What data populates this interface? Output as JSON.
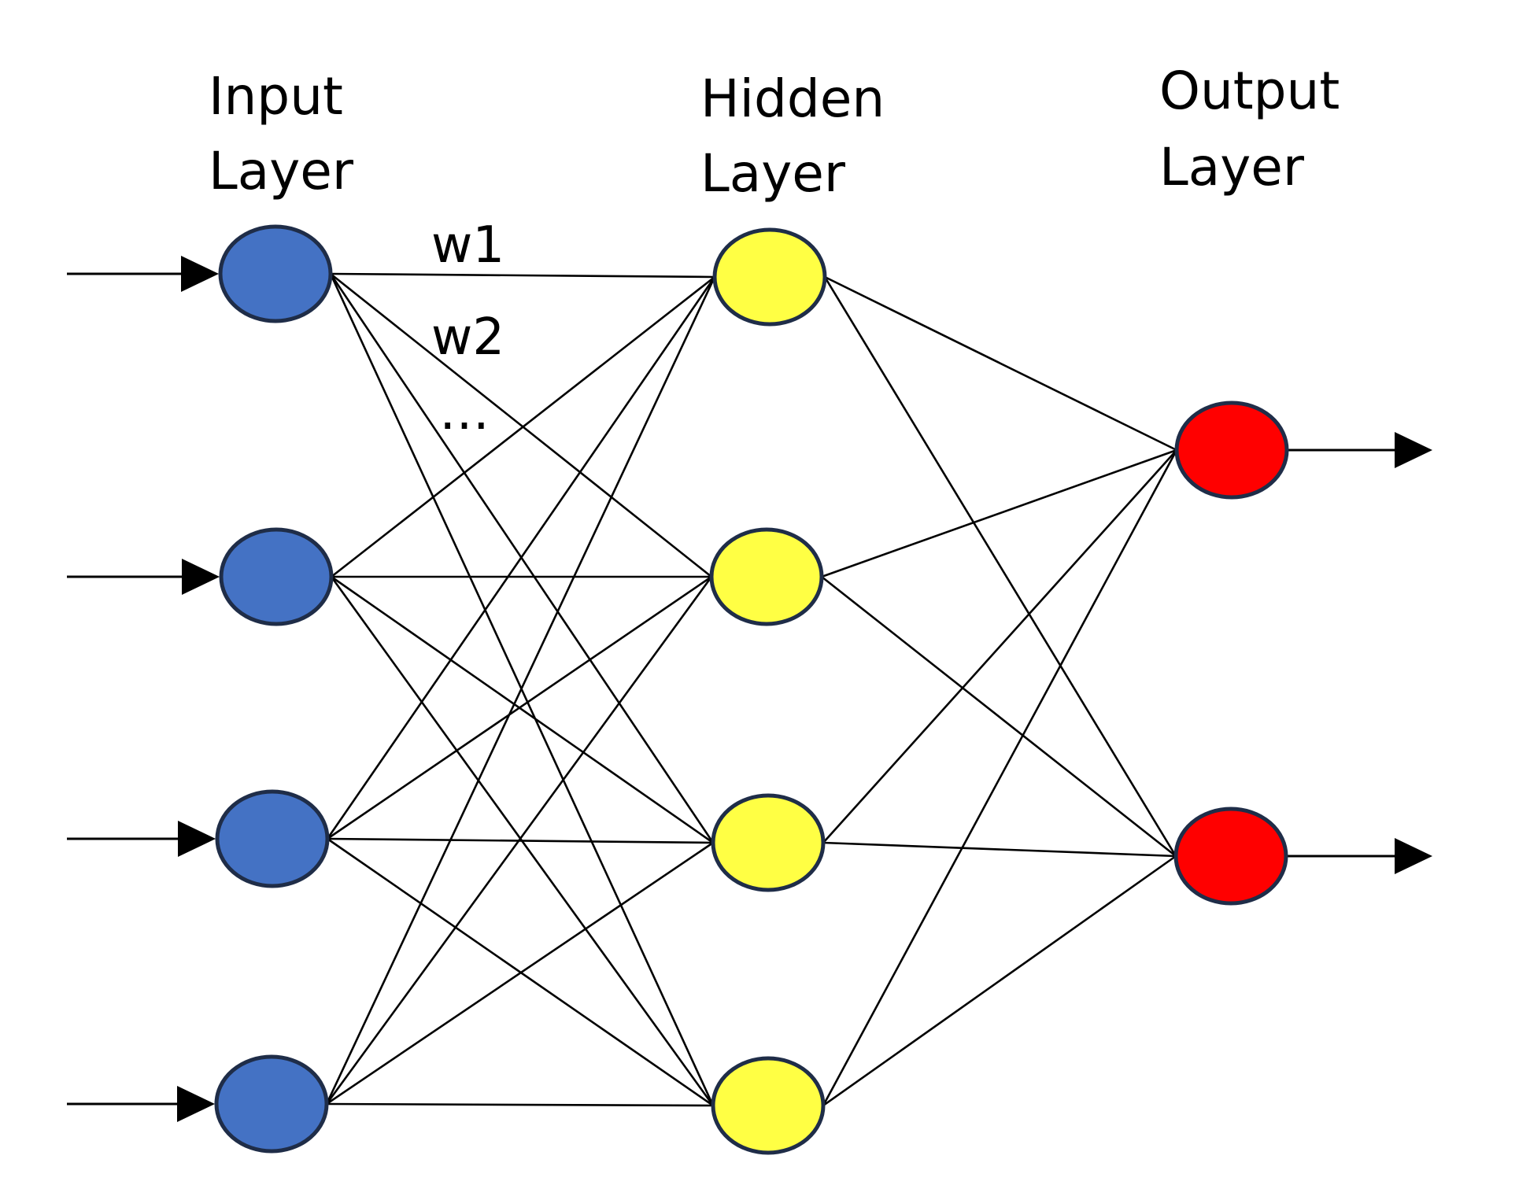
{
  "titles": {
    "input": [
      "Input",
      "Layer"
    ],
    "hidden": [
      "Hidden",
      "Layer"
    ],
    "output": [
      "Output",
      "Layer"
    ]
  },
  "weights": [
    "w1",
    "w2",
    "…"
  ],
  "colors": {
    "input_node": "#4472c4",
    "hidden_node": "#ffff44",
    "output_node": "#ff0000",
    "node_stroke": "#1f2d48",
    "edge": "#000000"
  },
  "layers": {
    "input_nodes": 4,
    "hidden_nodes": 4,
    "output_nodes": 2
  },
  "connectivity": "fully-connected"
}
